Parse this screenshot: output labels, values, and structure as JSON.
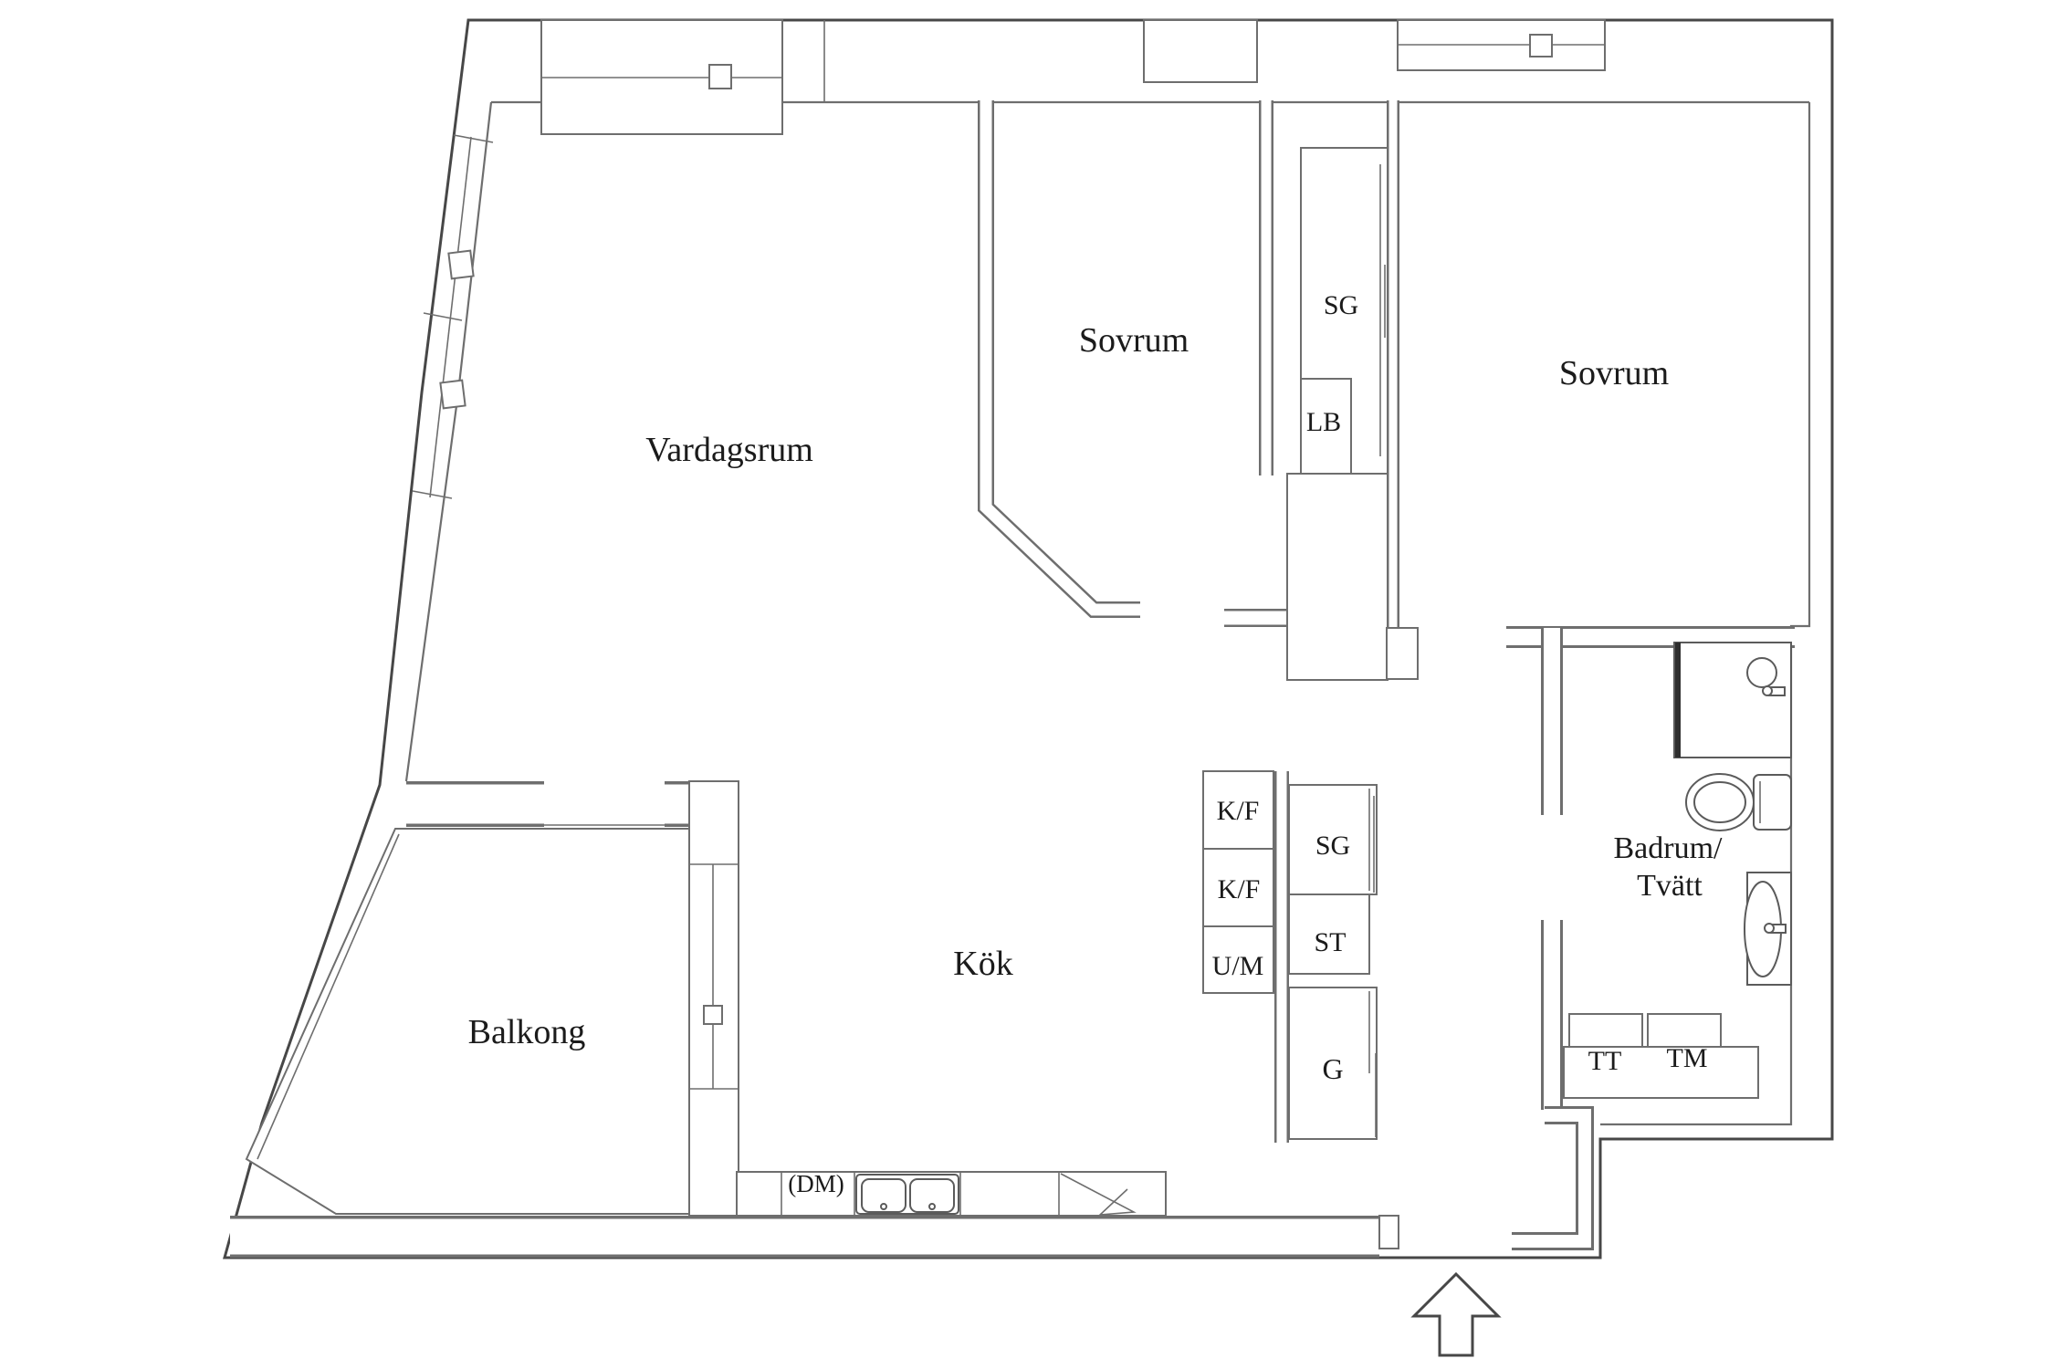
{
  "floorplan": {
    "labels": {
      "vardagsrum": "Vardagsrum",
      "sovrum_top": "Sovrum",
      "sovrum_right": "Sovrum",
      "kok": "Kök",
      "balkong": "Balkong",
      "badrum_line1": "Badrum/",
      "badrum_line2": "Tvätt",
      "closet_sg_top": "SG",
      "closet_lb": "LB",
      "kf_top": "K/F",
      "kf_bottom": "K/F",
      "um": "U/M",
      "closet_sg_kitchen": "SG",
      "closet_st": "ST",
      "closet_g": "G",
      "tt": "TT",
      "tm": "TM",
      "dm": "(DM)"
    },
    "colors": {
      "background": "#ffffff",
      "outer_wall": "#474747",
      "inner_wall": "#6e6e6e",
      "text": "#1b1b1b",
      "shower_screen": "#2e2e2e"
    }
  }
}
